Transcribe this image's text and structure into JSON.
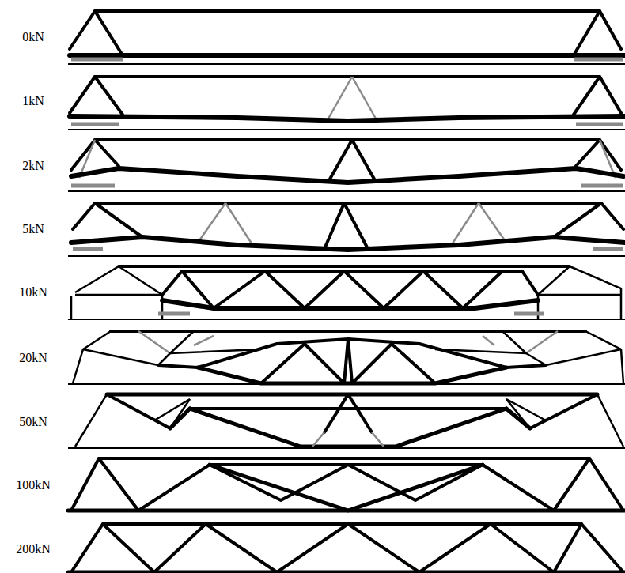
{
  "diagram": {
    "labels": [
      "0kN",
      "1kN",
      "2kN",
      "5kN",
      "10kN",
      "20kN",
      "50kN",
      "100kN",
      "200kN"
    ]
  }
}
